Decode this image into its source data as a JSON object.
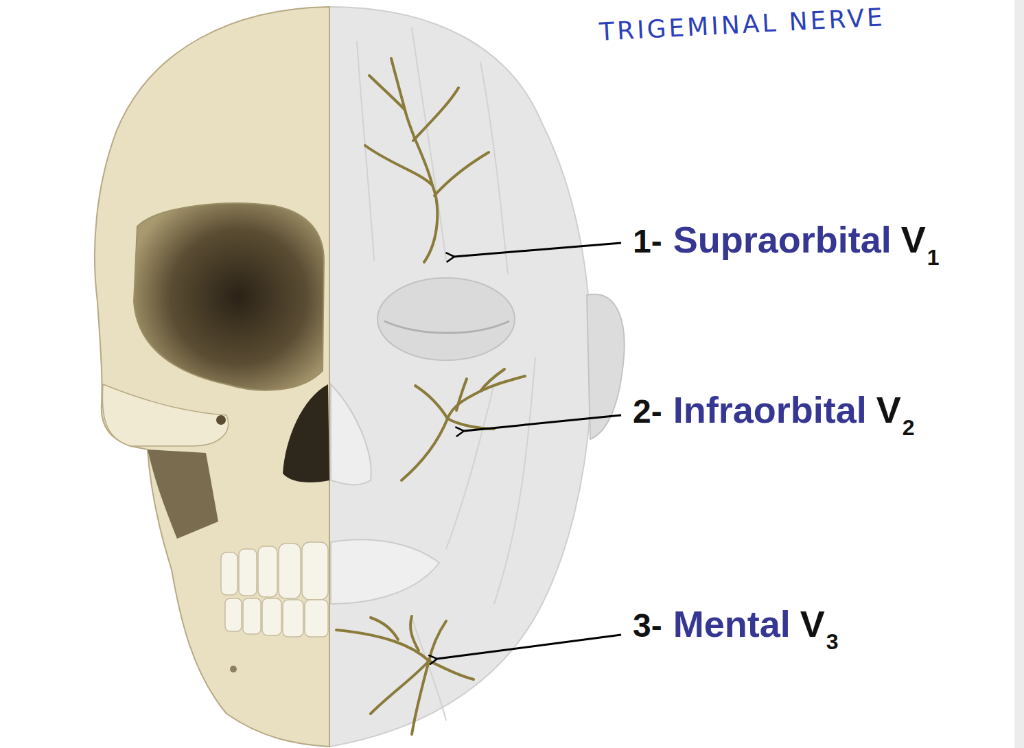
{
  "diagram": {
    "title": "TRIGEMINAL NERVE",
    "labels": [
      "1-",
      "Supraorbital",
      "V",
      "1",
      "2-",
      "Infraorbital",
      "V",
      "2",
      "3-",
      "Mental",
      "V",
      "3"
    ]
  }
}
